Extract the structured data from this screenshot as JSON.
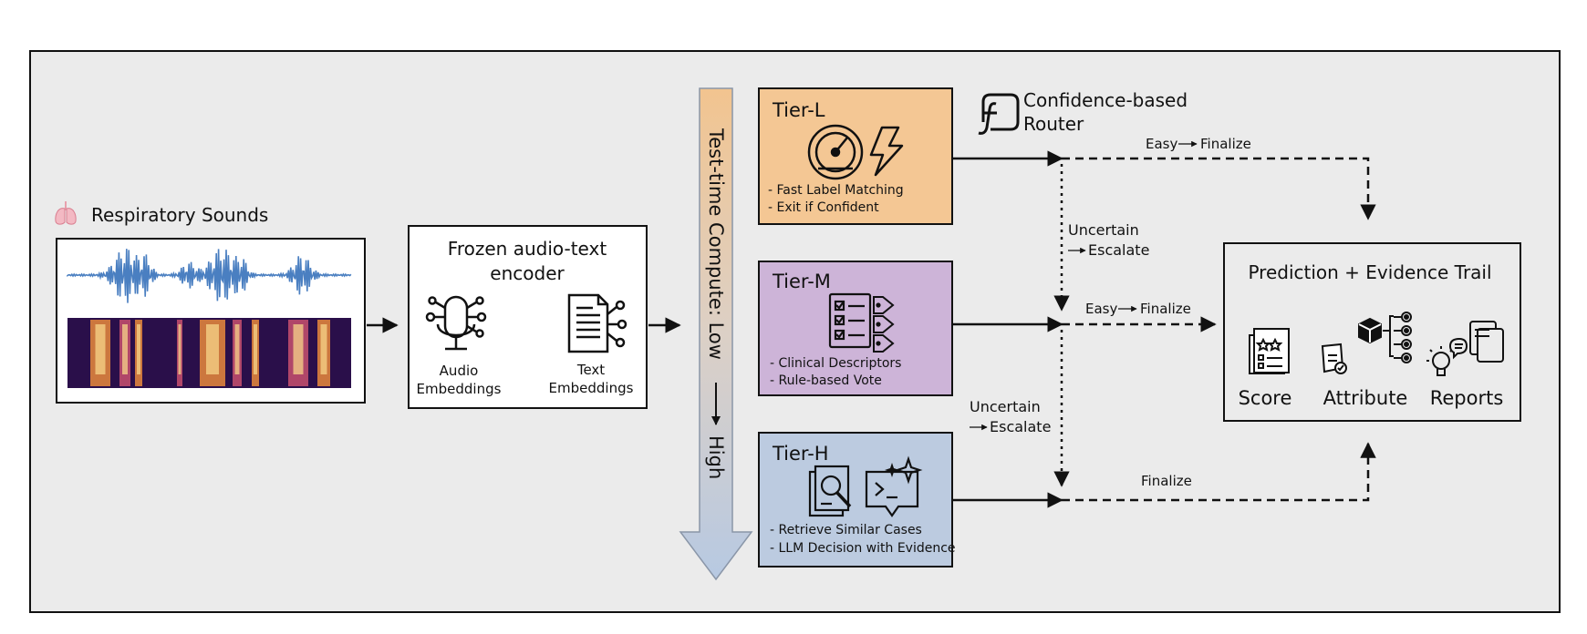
{
  "input": {
    "title": "Respiratory Sounds",
    "icon": "lungs-icon"
  },
  "encoder": {
    "title_line1": "Frozen audio-text",
    "title_line2": "encoder",
    "audio_label_line1": "Audio",
    "audio_label_line2": "Embeddings",
    "text_label_line1": "Text",
    "text_label_line2": "Embeddings",
    "audio_icon": "microphone-icon",
    "text_icon": "document-icon"
  },
  "compute_axis": {
    "label_part1": "Test-time Compute: Low",
    "label_part2": "High"
  },
  "router": {
    "title_line1": "Confidence-based",
    "title_line2": "Router",
    "icon": "function-icon"
  },
  "tiers": [
    {
      "name": "Tier-L",
      "bullet1": "- Fast Label Matching",
      "bullet2": "- Exit if Confident",
      "color": "#f4c794",
      "icons": [
        "speedometer-icon",
        "lightning-icon"
      ]
    },
    {
      "name": "Tier-M",
      "bullet1": "- Clinical Descriptors",
      "bullet2": "- Rule-based Vote",
      "color": "#cdb4d8",
      "icons": [
        "checklist-icon",
        "tags-icon"
      ]
    },
    {
      "name": "Tier-H",
      "bullet1": "- Retrieve Similar Cases",
      "bullet2": "- LLM Decision with Evidence",
      "color": "#bccbe0",
      "icons": [
        "search-document-icon",
        "llm-chat-icon"
      ]
    }
  ],
  "edges": {
    "easy_top": {
      "left": "Easy",
      "right": "Finalize"
    },
    "easy_mid": {
      "left": "Easy",
      "right": "Finalize"
    },
    "uncertain_top": {
      "line1": "Uncertain",
      "line2": "Escalate"
    },
    "uncertain_bottom": {
      "line1": "Uncertain",
      "line2": "Escalate"
    },
    "finalize": "Finalize"
  },
  "output": {
    "title": "Prediction + Evidence Trail",
    "items": [
      {
        "label": "Score",
        "icon": "score-report-icon"
      },
      {
        "label": "Attribute",
        "icon": "attribute-tree-icon"
      },
      {
        "label": "Reports",
        "icon": "reports-icon"
      }
    ]
  },
  "colors": {
    "panel_bg": "#ebebeb",
    "waveform": "#4a7fc1",
    "arrow_top": "#f2c48f",
    "arrow_bottom": "#b7c9e2"
  }
}
